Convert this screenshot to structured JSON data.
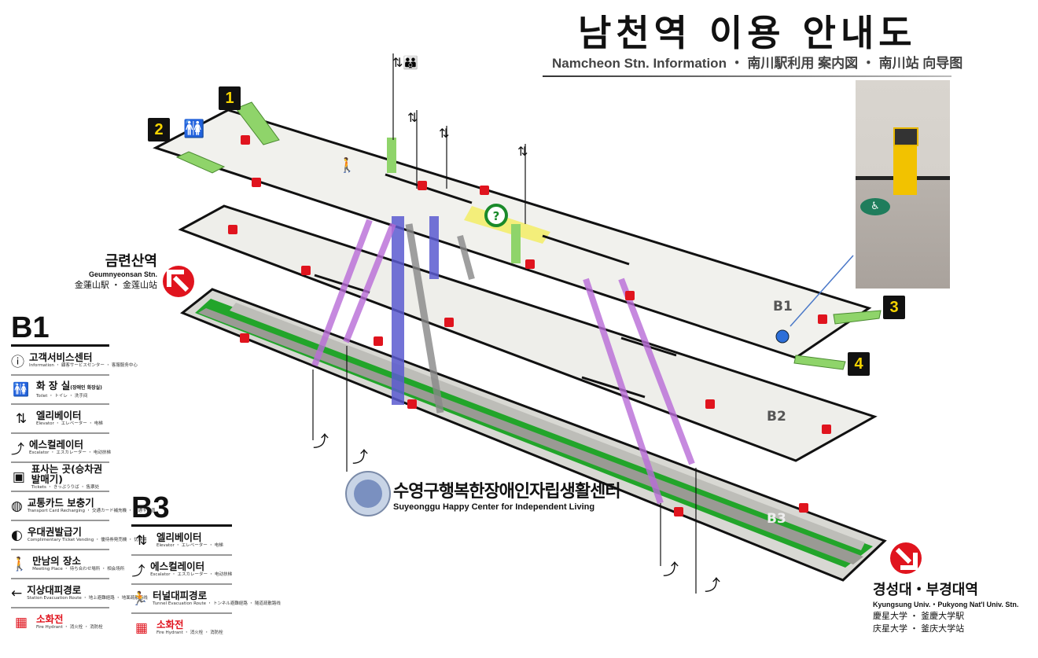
{
  "header": {
    "title": "남천역  이용 안내도",
    "subtitle": "Namcheon Stn. Information ・ 南川駅利用 案内図 ・ 南川站 向导图"
  },
  "levels": {
    "b1": "B1",
    "b2": "B2",
    "b3": "B3"
  },
  "exits": [
    "1",
    "2",
    "3",
    "4"
  ],
  "stations": {
    "left": {
      "ko": "금련산역",
      "en": "Geumnyeonsan Stn.",
      "cn": "金蓮山駅 ・ 金莲山站",
      "arrow_icon": "arrow-up-left-icon"
    },
    "right": {
      "ko": "경성대・부경대역",
      "en": "Kyungsung Univ.・Pukyong Nat'l Univ. Stn.",
      "cn1": "慶星大学 ・ 釜慶大学駅",
      "cn2": "庆星大学 ・ 釜庆大学站",
      "arrow_icon": "arrow-down-right-icon"
    }
  },
  "center": {
    "ko": "수영구행복한장애인자립생활센터",
    "en": "Suyeonggu Happy Center for Independent Living"
  },
  "legend_b1": {
    "title": "B1",
    "items": [
      {
        "label": "고객서비스센터",
        "sub": "Information ・ 顧客サービスセンター ・ 客服服务中心",
        "icon": "info-icon"
      },
      {
        "label": "화 장 실",
        "extra": "(장애인 화장실)",
        "sub": "Toilet ・ トイレ ・ 洗手间",
        "icon": "toilet-icon"
      },
      {
        "label": "엘리베이터",
        "sub": "Elevator ・ エレベーター ・ 电梯",
        "icon": "elevator-icon"
      },
      {
        "label": "에스컬레이터",
        "sub": "Escalator ・ エスカレーター ・ 电动扶梯",
        "icon": "escalator-icon"
      },
      {
        "label": "표사는 곳(승차권발매기)",
        "sub": "Tickets ・ きっぷうりば ・ 售票处",
        "icon": "ticket-machine-icon"
      },
      {
        "label": "교통카드 보충기",
        "sub": "Transport Card Recharging ・ 交通カード補充機 ・ 交通卡充值",
        "icon": "card-recharge-icon"
      },
      {
        "label": "우대권발급기",
        "sub": "Complimentary Ticket Vending ・ 優待券発売機 ・ 优待票",
        "icon": "complimentary-ticket-icon"
      },
      {
        "label": "만남의 장소",
        "sub": "Meeting Place ・ 待ち合わせ場所 ・ 相会场所",
        "icon": "meeting-place-icon"
      },
      {
        "label": "지상대피경로",
        "sub": "Station Evacuation Route ・ 地上避難経路 ・ 地面疏散路线",
        "icon": "ground-evacuation-icon"
      },
      {
        "label": "소화전",
        "sub": "Fire Hydrant ・ 消火栓 ・ 消防栓",
        "icon": "fire-hydrant-icon",
        "red": true
      }
    ]
  },
  "legend_b3": {
    "title": "B3",
    "items": [
      {
        "label": "엘리베이터",
        "sub": "Elevator ・ エレベーター ・ 电梯",
        "icon": "elevator-icon"
      },
      {
        "label": "에스컬레이터",
        "sub": "Escalator ・ エスカレーター ・ 电动扶梯",
        "icon": "escalator-icon"
      },
      {
        "label": "터널대피경로",
        "sub": "Tunnel Evacuation Route ・ トンネル避難経路 ・ 隧道疏散路线",
        "icon": "tunnel-evacuation-icon"
      },
      {
        "label": "소화전",
        "sub": "Fire Hydrant ・ 消火栓 ・ 消防栓",
        "icon": "fire-hydrant-icon",
        "red": true
      }
    ]
  },
  "colors": {
    "track": "#22a52a",
    "slab": "#eeeeea",
    "escalator": "#b96cd8",
    "elevator_shaft": "#5a5ad0",
    "exit_ramp": "#8fd46a",
    "badge_text": "#f6d400",
    "red": "#e0141e",
    "marker": "#2d6fd8"
  }
}
